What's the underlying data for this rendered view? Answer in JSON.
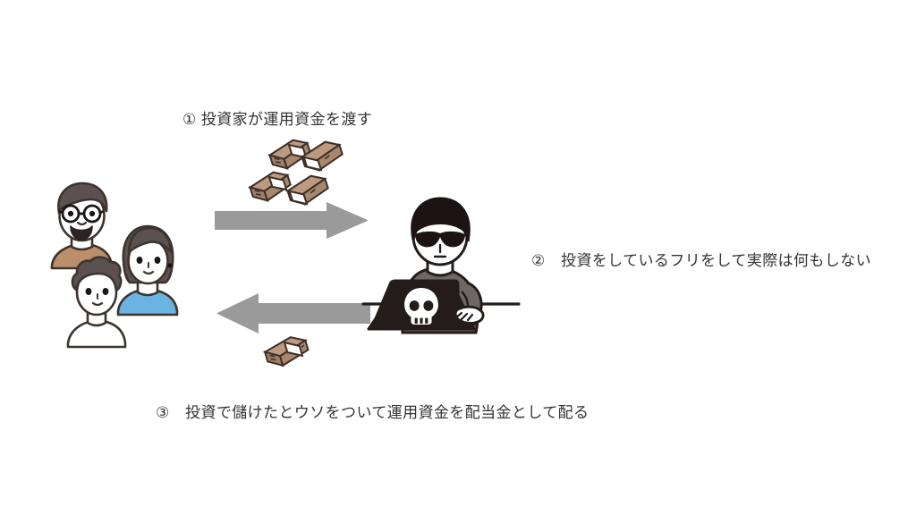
{
  "diagram": {
    "title_text_color": "#333333",
    "background_color": "#ffffff",
    "steps": [
      {
        "number": "①",
        "id": "step-1",
        "label": "① 投資家が運用資金を渡す"
      },
      {
        "number": "②",
        "id": "step-2",
        "label": "②　投資をしているフリをして実際は何もしない"
      },
      {
        "number": "③",
        "id": "step-3",
        "label": "③　投資で儲けたとウソをついて運用資金を配当金として配る"
      }
    ],
    "arrows": {
      "to_fraudster": {
        "direction": "right",
        "color": "#9a9a9a",
        "semantic": "investors-send-funds"
      },
      "to_investors": {
        "direction": "left",
        "color": "#9a9a9a",
        "semantic": "fraudster-returns-fake-dividends"
      }
    },
    "illustrations": {
      "investors": {
        "name": "investor-family",
        "people": [
          {
            "role": "man",
            "hair_color": "#5b5150",
            "shirt_color": "#bc8f6a",
            "glasses": true,
            "beard": true
          },
          {
            "role": "woman",
            "hair_color": "#5b5150",
            "shirt_color": "#6bb3e0",
            "glasses": false,
            "beard": false
          },
          {
            "role": "child",
            "hair_color": "#5b5150",
            "shirt_color": "#ffffff",
            "glasses": false,
            "beard": false
          }
        ]
      },
      "fraudster": {
        "name": "hacker-at-laptop",
        "cap_color": "#1c1414",
        "sunglasses_color": "#1c1414",
        "sweater_color": "#6e6864",
        "skin_color": "#ffffff",
        "laptop_color": "#241c1a",
        "laptop_logo": "skull-icon",
        "laptop_logo_color": "#ffffff",
        "desk_line_color": "#241c1a"
      },
      "money_top": {
        "name": "money-bundles-large",
        "bundle_count": 4,
        "note_color": "#a9876c",
        "band_color": "#ffffff",
        "outline_color": "#3d2f28"
      },
      "money_bottom": {
        "name": "money-bundle-small",
        "bundle_count": 1,
        "note_color": "#a9876c",
        "band_color": "#ffffff",
        "outline_color": "#3d2f28"
      }
    }
  }
}
